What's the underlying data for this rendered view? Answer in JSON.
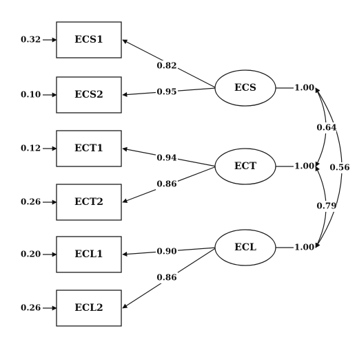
{
  "observed": [
    {
      "id": "ECS1",
      "label": "ECS1",
      "error": "0.32",
      "factor": "ECS",
      "loading": "0.82"
    },
    {
      "id": "ECS2",
      "label": "ECS2",
      "error": "0.10",
      "factor": "ECS",
      "loading": "0.95"
    },
    {
      "id": "ECT1",
      "label": "ECT1",
      "error": "0.12",
      "factor": "ECT",
      "loading": "0.94"
    },
    {
      "id": "ECT2",
      "label": "ECT2",
      "error": "0.26",
      "factor": "ECT",
      "loading": "0.86"
    },
    {
      "id": "ECL1",
      "label": "ECL1",
      "error": "0.20",
      "factor": "ECL",
      "loading": "0.90"
    },
    {
      "id": "ECL2",
      "label": "ECL2",
      "error": "0.26",
      "factor": "ECL",
      "loading": "0.86"
    }
  ],
  "latent": [
    {
      "id": "ECS",
      "label": "ECS",
      "variance": "1.00"
    },
    {
      "id": "ECT",
      "label": "ECT",
      "variance": "1.00"
    },
    {
      "id": "ECL",
      "label": "ECL",
      "variance": "1.00"
    }
  ],
  "correlations": [
    {
      "from": "ECS",
      "to": "ECT",
      "value": "0.64"
    },
    {
      "from": "ECT",
      "to": "ECL",
      "value": "0.79"
    },
    {
      "from": "ECS",
      "to": "ECL",
      "value": "0.56"
    }
  ]
}
